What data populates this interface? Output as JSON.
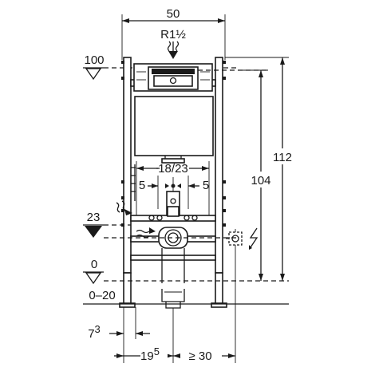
{
  "dimensions": {
    "top_width": "50",
    "pipe_size": "R1½",
    "level_100": "100",
    "height_104": "104",
    "height_112": "112",
    "spacing_18_23": "18/23",
    "spacing_5_left": "5",
    "spacing_5_right": "5",
    "level_23": "23",
    "level_0": "0",
    "range_0_20": "0–20",
    "offset_7_base": "7",
    "offset_7_sup": "3",
    "offset_19_base": "19",
    "offset_19_sup": "5",
    "min_30": "≥ 30"
  },
  "icons": {
    "water_inlet": "water-inlet-arrow-icon",
    "power": "electric-lightning-icon",
    "socket": "power-socket-icon",
    "flush_plate": "flush-actuator-icon"
  }
}
